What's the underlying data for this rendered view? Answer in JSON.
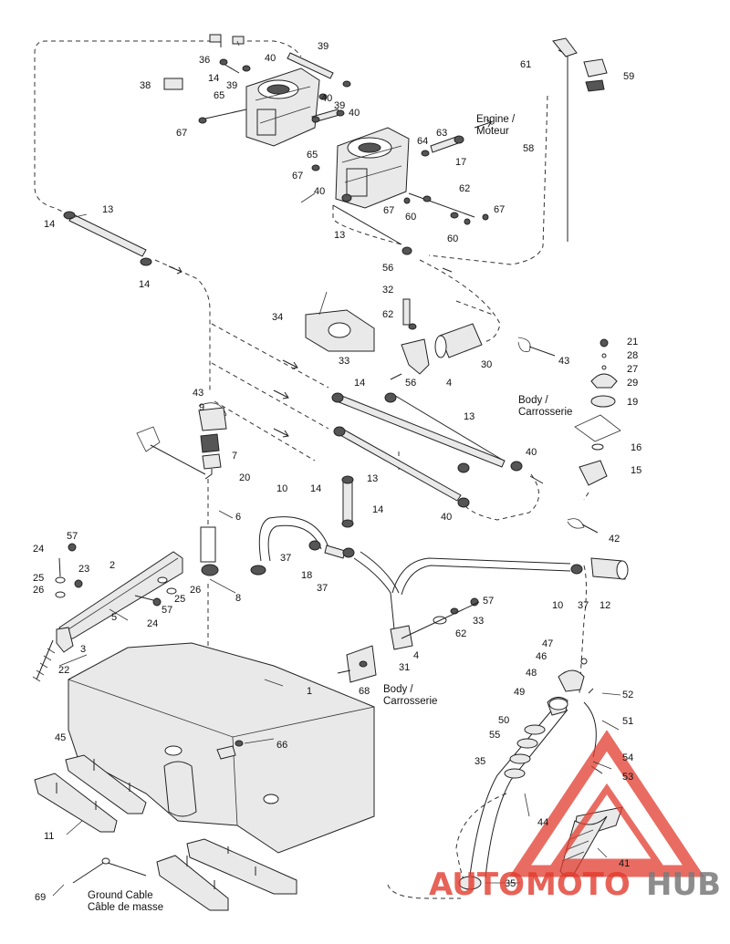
{
  "labels": {
    "engine": "Engine /",
    "moteur": "Moteur",
    "body1": "Body /",
    "carrosserie1": "Carrosserie",
    "body2": "Body /",
    "carrosserie2": "Carrosserie",
    "ground1": "Ground Cable",
    "ground2": "Câble de masse"
  },
  "watermark": {
    "part1": "AUTO",
    "part2": "MOTO",
    "part3": "HUB",
    "color_main": "#e23b2e",
    "color_dark": "#7a7a7a"
  },
  "callouts": [
    "39",
    "40",
    "36",
    "14",
    "39",
    "38",
    "65",
    "67",
    "40",
    "39",
    "40",
    "61",
    "59",
    "58",
    "63",
    "64",
    "17",
    "65",
    "67",
    "40",
    "67",
    "60",
    "62",
    "67",
    "60",
    "14",
    "13",
    "13",
    "14",
    "56",
    "32",
    "62",
    "34",
    "33",
    "30",
    "4",
    "43",
    "21",
    "28",
    "27",
    "29",
    "19",
    "14",
    "56",
    "13",
    "43",
    "9",
    "7",
    "20",
    "40",
    "15",
    "16",
    "6",
    "13",
    "14",
    "14",
    "10",
    "40",
    "42",
    "37",
    "18",
    "37",
    "57",
    "24",
    "23",
    "25",
    "26",
    "2",
    "26",
    "25",
    "57",
    "24",
    "5",
    "3",
    "8",
    "22",
    "10",
    "37",
    "12",
    "57",
    "33",
    "62",
    "4",
    "31",
    "68",
    "47",
    "46",
    "48",
    "49",
    "52",
    "51",
    "50",
    "55",
    "54",
    "35",
    "53",
    "1",
    "45",
    "66",
    "44",
    "11",
    "41",
    "69",
    "35"
  ]
}
